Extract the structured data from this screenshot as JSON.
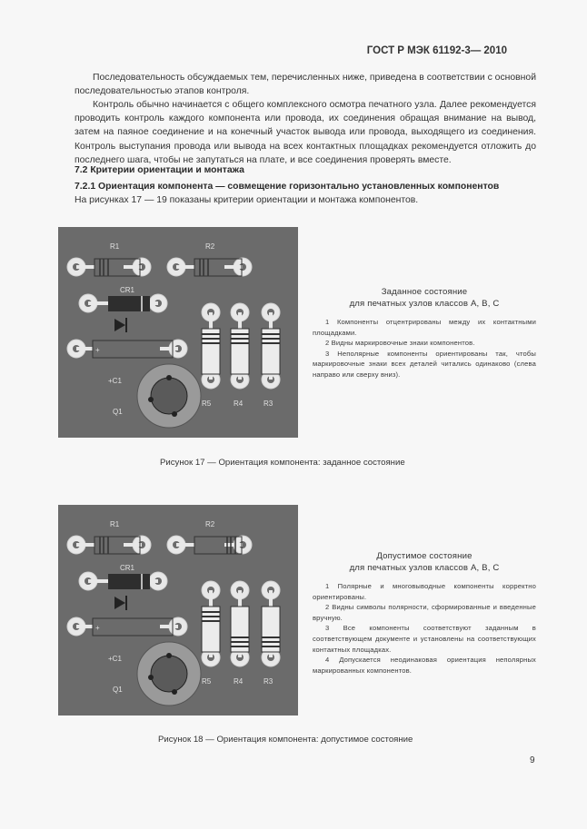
{
  "header": {
    "doc_code": "ГОСТ Р МЭК 61192-3— 2010"
  },
  "body": {
    "para1": "Последовательность обсуждаемых тем, перечисленных ниже, приведена в соответствии с основной последовательностью этапов контроля.",
    "para2": "Контроль обычно начинается с общего комплексного осмотра печатного узла. Далее рекомендуется проводить контроль каждого компонента или провода, их соединения обращая внимание на вывод, затем на паяное соединение и на конечный участок вывода или провода, выходящего из соединения.  Контроль выступания провода или вывода на всех контактных площадках рекомендуется отложить до последнего шага, чтобы не запутаться на плате, и все соединения проверять вместе.",
    "section_heading": "7.2 Критерии ориентации и монтажа",
    "subsection_heading": "7.2.1 Ориентация компонента — совмещение горизонтально установленных компонентов",
    "intro": "На рисунках 17 — 19 показаны критерии ориентации и монтажа компонентов."
  },
  "figures": [
    {
      "labels": {
        "r1": "R1",
        "r2": "R2",
        "cr1": "CR1",
        "c1": "+C1",
        "q1": "Q1",
        "r5": "R5",
        "r4": "R4",
        "r3": "R3",
        "plus": "+"
      },
      "title_line1": "Заданное состояние",
      "title_line2": "для печатных узлов классов А, В, С",
      "items": [
        "1 Компоненты отцентрированы между их контактными площадками.",
        "2 Видны маркировочные знаки компонентов.",
        "3 Неполярные компоненты ориентированы так, чтобы маркировочные знаки всех деталей читались одинаково (слева направо или сверху вниз)."
      ],
      "caption": "Рисунок 17 — Ориентация компонента: заданное состояние"
    },
    {
      "labels": {
        "r1": "R1",
        "r2": "R2",
        "cr1": "CR1",
        "c1": "+C1",
        "q1": "Q1",
        "r5": "R5",
        "r4": "R4",
        "r3": "R3",
        "plus": "+"
      },
      "title_line1": "Допустимое состояние",
      "title_line2": "для печатных узлов классов А, В, С",
      "items": [
        "1 Полярные и многовыводные компоненты корректно ориентированы.",
        "2 Видны символы полярности, сформированные и введенные вручную.",
        "3 Все компоненты  соответствуют заданным в соответствующем документе и установлены на соответствующих контактных площадках.",
        "4 Допускается неодинаковая ориентация неполярных маркированных компонентов."
      ],
      "caption": "Рисунок 18 — Ориентация компонента: допустимое состояние"
    }
  ],
  "footer": {
    "page_number": "9"
  },
  "colors": {
    "pcb_background": "#6b6b6b",
    "pad": "#e8e8e8",
    "component_body": "#ececec",
    "diode_body": "#2e2e2e",
    "transistor_ring": "#9a9a9a"
  }
}
